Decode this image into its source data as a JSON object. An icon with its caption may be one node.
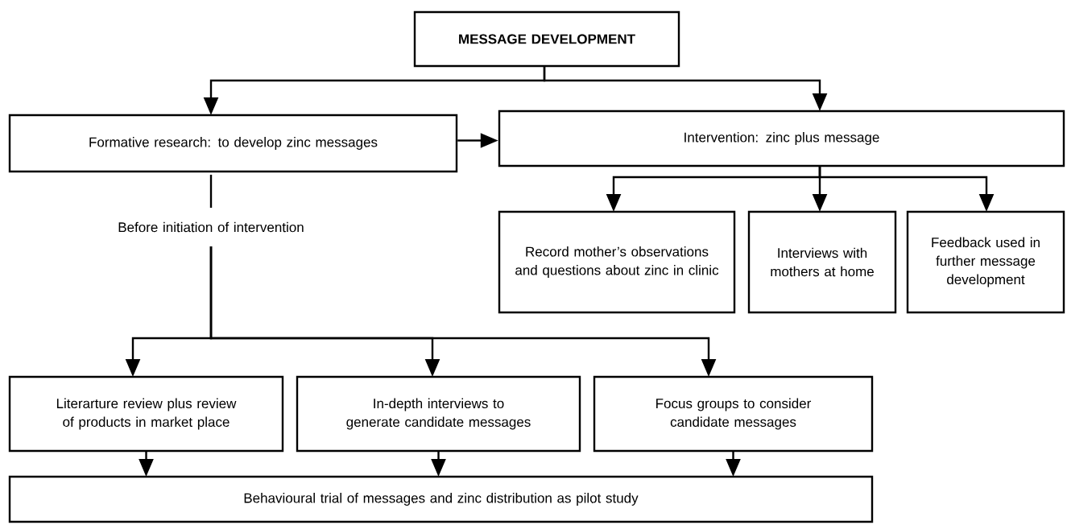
{
  "diagram": {
    "nodes": [
      {
        "text": [
          "MESSAGE DEVELOPMENT"
        ]
      },
      {
        "text": [
          "Formative research: to develop zinc messages"
        ]
      },
      {
        "text": [
          "Intervention: zinc plus message"
        ]
      },
      {
        "text": [
          "Record mother’s observations and questions about zinc in clinic"
        ]
      },
      {
        "text": [
          "Interviews with mothers at home"
        ]
      },
      {
        "text": [
          "Feedback used in further message development"
        ]
      },
      {
        "text": [
          "Before initiation of intervention"
        ]
      },
      {
        "text": [
          "Literarture review plus review of products in market place"
        ]
      },
      {
        "text": [
          "In-depth interviews to generate candidate messages"
        ]
      },
      {
        "text": [
          "Focus groups to consider candidate messages"
        ]
      },
      {
        "text": [
          "Behavioural trial of messages and zinc distribution as pilot study"
        ]
      }
    ],
    "edges": [
      {
        "from": 0,
        "to": 1,
        "arrow": "to"
      },
      {
        "from": 0,
        "to": 2,
        "arrow": "to"
      },
      {
        "from": 1,
        "to": 2,
        "arrow": "to"
      },
      {
        "from": 2,
        "to": 3,
        "arrow": "to"
      },
      {
        "from": 2,
        "to": 4,
        "arrow": "to"
      },
      {
        "from": 2,
        "to": 5,
        "arrow": "to"
      },
      {
        "from": 1,
        "to": 6,
        "arrow": "none"
      },
      {
        "from": 6,
        "to": 7,
        "arrow": "to"
      },
      {
        "from": 6,
        "to": 8,
        "arrow": "to"
      },
      {
        "from": 6,
        "to": 9,
        "arrow": "to"
      },
      {
        "from": 7,
        "to": 10,
        "arrow": "to"
      },
      {
        "from": 8,
        "to": 10,
        "arrow": "to"
      },
      {
        "from": 9,
        "to": 10,
        "arrow": "to"
      }
    ]
  }
}
